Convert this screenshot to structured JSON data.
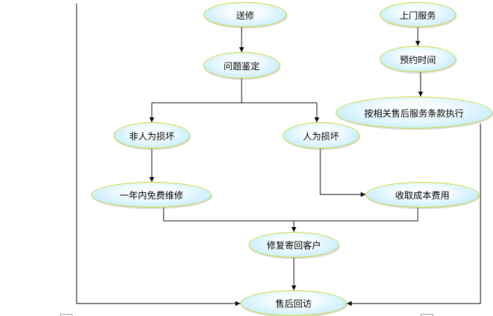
{
  "nodes": {
    "send_repair": "送修",
    "onsite_service": "上门服务",
    "diagnosis": "问题鉴定",
    "appointment": "预约时间",
    "per_policy": "按相关售后服务条款执行",
    "non_human_damage": "非人为损坏",
    "human_damage": "人为损坏",
    "free_repair_year": "一年内免费维修",
    "charge_cost": "收取成本费用",
    "return_to_customer": "修复寄回客户",
    "follow_up": "售后回访"
  },
  "colors": {
    "node_border": "#c8d820",
    "node_fill": "#c9eefe",
    "line": "#000000"
  }
}
